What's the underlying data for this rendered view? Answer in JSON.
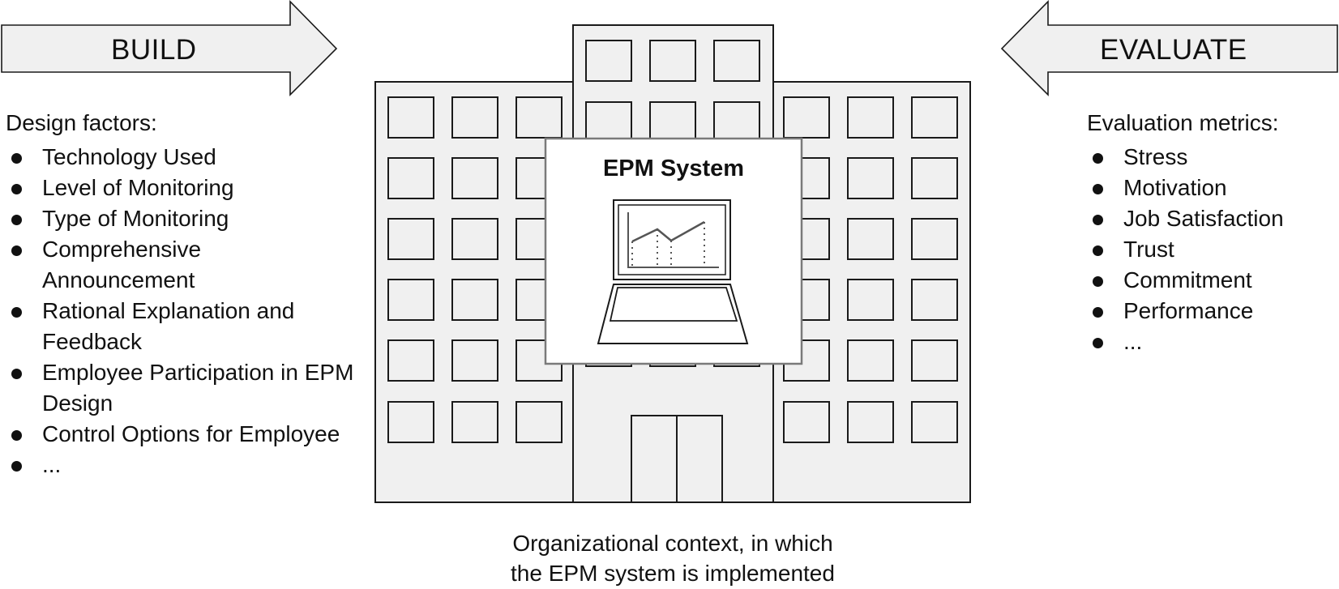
{
  "arrows": {
    "build_label": "BUILD",
    "evaluate_label": "EVALUATE"
  },
  "design_factors": {
    "heading": "Design factors:",
    "items": [
      "Technology Used",
      "Level of Monitoring",
      "Type of Monitoring",
      "Comprehensive Announcement",
      "Rational Explanation and Feedback",
      "Employee Participation in EPM Design",
      "Control Options for Employee",
      "..."
    ]
  },
  "evaluation_metrics": {
    "heading": "Evaluation metrics:",
    "items": [
      "Stress",
      "Motivation",
      "Job Satisfaction",
      "Trust",
      "Commitment",
      "Performance",
      "..."
    ]
  },
  "epm_system": {
    "title": "EPM System"
  },
  "context": {
    "caption": "Organizational context, in which\nthe EPM system is implemented"
  },
  "colors": {
    "stroke": "#1a1a1a",
    "fill_light": "#f0f0f0",
    "screen_border": "#7a7a7a",
    "chart_line": "#555555"
  },
  "icons": {
    "building": "office-building-icon",
    "laptop": "laptop-chart-icon",
    "left_arrow": "arrow-right-icon",
    "right_arrow": "arrow-left-icon"
  }
}
